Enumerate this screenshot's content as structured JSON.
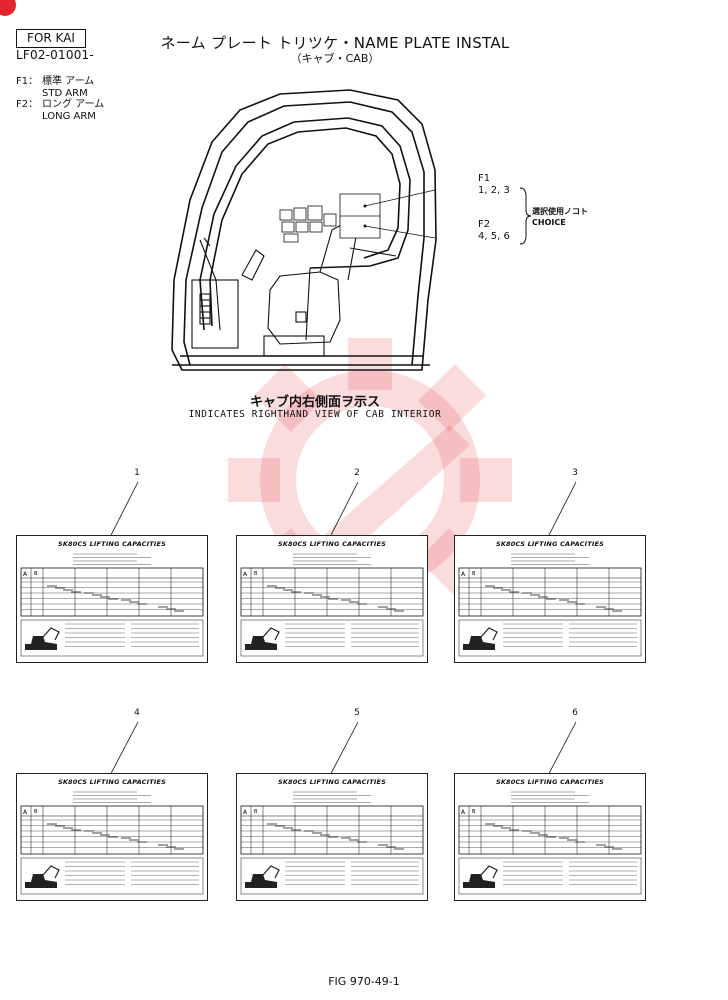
{
  "header": {
    "for_label": "FOR KAI",
    "code": "LF02-01001-",
    "title": "ネーム プレート トリツケ・NAME PLATE INSTAL",
    "subtitle": "（キャブ・CAB）"
  },
  "options": [
    {
      "key": "F1：",
      "jp": "標準 アーム",
      "en": "STD ARM"
    },
    {
      "key": "F2：",
      "jp": "ロング アーム",
      "en": "LONG ARM"
    }
  ],
  "callouts": {
    "f1_label": "F1",
    "f1_items": "1, 2, 3",
    "f2_label": "F2",
    "f2_items": "4, 5, 6",
    "choice_jp": "選択使用ノコト",
    "choice_en": "CHOICE"
  },
  "caption": {
    "jp": "キャブ内右側面ヲ示ス",
    "en": "INDICATES RIGHTHAND VIEW OF CAB INTERIOR"
  },
  "plates": [
    {
      "number": "1",
      "title": "SK80CS LIFTING CAPACITIES"
    },
    {
      "number": "2",
      "title": "SK80CS LIFTING CAPACITIES"
    },
    {
      "number": "3",
      "title": "SK80CS LIFTING CAPACITIES"
    },
    {
      "number": "4",
      "title": "SK80CS LIFTING CAPACITIES"
    },
    {
      "number": "5",
      "title": "SK80CS LIFTING CAPACITIES"
    },
    {
      "number": "6",
      "title": "SK80CS LIFTING CAPACITIES"
    }
  ],
  "footer": {
    "figure": "FIG 970-49-1"
  },
  "colors": {
    "watermark": "#e3262b",
    "line": "#111111"
  }
}
